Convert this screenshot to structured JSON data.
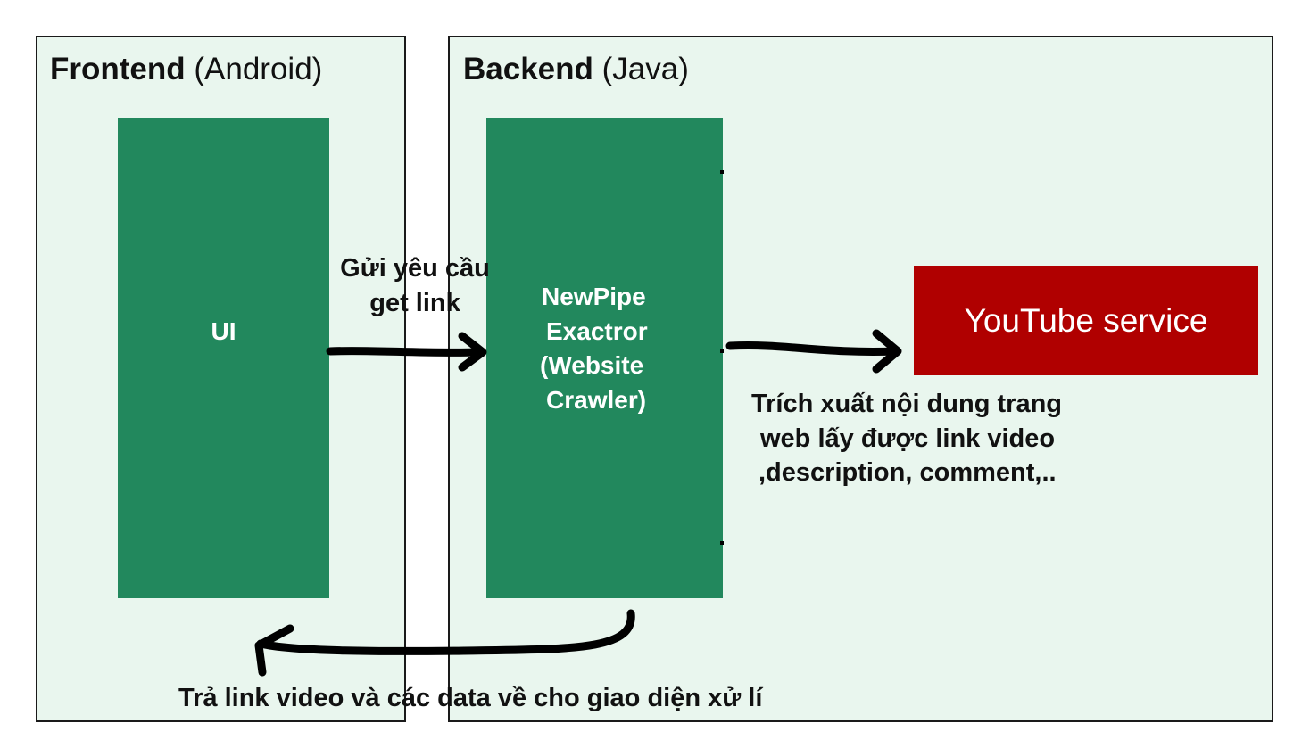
{
  "frontend": {
    "title_bold": "Frontend",
    "title_rest": "(Android)"
  },
  "backend": {
    "title_bold": "Backend",
    "title_rest": "(Java)"
  },
  "ui_box": {
    "label": "UI",
    "color": "#22885d"
  },
  "newpipe_box": {
    "lines": [
      "NewPipe",
      "Exactror",
      "(Website",
      "Crawler)"
    ],
    "color": "#22885d"
  },
  "youtube_box": {
    "label": "YouTube service",
    "color": "#b00000"
  },
  "request_note": {
    "lines": [
      "Gửi yêu cầu",
      "get link"
    ]
  },
  "extract_note": {
    "lines": [
      "Trích xuất nội dung trang",
      "web lấy được link video",
      ",description, comment,.."
    ]
  },
  "return_note": {
    "text": "Trả link video và các data về cho giao diện xử lí"
  },
  "colors": {
    "panel_background": "#e9f6ee",
    "arrow": "#000000"
  }
}
